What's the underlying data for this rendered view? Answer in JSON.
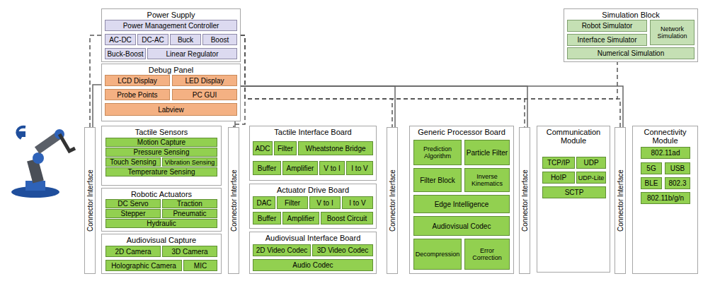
{
  "diagram": {
    "nodes": [
      {
        "text": [
          "Power Supply"
        ]
      },
      {
        "text": [
          "Power Management Controller"
        ],
        "in": 0
      },
      {
        "text": [
          "AC-DC"
        ],
        "in": 0
      },
      {
        "text": [
          "DC-AC"
        ],
        "in": 0
      },
      {
        "text": [
          "Buck"
        ],
        "in": 0
      },
      {
        "text": [
          "Boost"
        ],
        "in": 0
      },
      {
        "text": [
          "Buck-Boost"
        ],
        "in": 0
      },
      {
        "text": [
          "Linear Regulator"
        ],
        "in": 0
      },
      {
        "text": [
          "Debug Panel"
        ]
      },
      {
        "text": [
          "LCD Display"
        ],
        "in": 8
      },
      {
        "text": [
          "LED Display"
        ],
        "in": 8
      },
      {
        "text": [
          "Probe Points"
        ],
        "in": 8
      },
      {
        "text": [
          "PC GUI"
        ],
        "in": 8
      },
      {
        "text": [
          "Labview"
        ],
        "in": 8
      },
      {
        "text": [
          "Simulation Block"
        ]
      },
      {
        "text": [
          "Robot Simulator"
        ],
        "in": 14
      },
      {
        "text": [
          "Network Simulation"
        ],
        "in": 14
      },
      {
        "text": [
          "Interface Simulator"
        ],
        "in": 14
      },
      {
        "text": [
          "Numerical Simulation"
        ],
        "in": 14
      },
      {
        "text": [
          "Connector Interface"
        ]
      },
      {
        "text": [
          "Tactile Sensors"
        ]
      },
      {
        "text": [
          "Motion Capture"
        ],
        "in": 20
      },
      {
        "text": [
          "Pressure Sensing"
        ],
        "in": 20
      },
      {
        "text": [
          "Touch Sensing"
        ],
        "in": 20
      },
      {
        "text": [
          "Vibration Sensing"
        ],
        "in": 20
      },
      {
        "text": [
          "Temperature Sensing"
        ],
        "in": 20
      },
      {
        "text": [
          "Robotic Actuators"
        ]
      },
      {
        "text": [
          "DC Servo"
        ],
        "in": 26
      },
      {
        "text": [
          "Traction"
        ],
        "in": 26
      },
      {
        "text": [
          "Stepper"
        ],
        "in": 26
      },
      {
        "text": [
          "Pneumatic"
        ],
        "in": 26
      },
      {
        "text": [
          "Hydraulic"
        ],
        "in": 26
      },
      {
        "text": [
          "Audiovisual Capture"
        ]
      },
      {
        "text": [
          "2D Camera"
        ],
        "in": 32
      },
      {
        "text": [
          "3D Camera"
        ],
        "in": 32
      },
      {
        "text": [
          "Holographic Camera"
        ],
        "in": 32
      },
      {
        "text": [
          "MIC"
        ],
        "in": 32
      },
      {
        "text": [
          "Connector Interface"
        ]
      },
      {
        "text": [
          "Tactile Interface Board"
        ]
      },
      {
        "text": [
          "ADC"
        ],
        "in": 38
      },
      {
        "text": [
          "Filter"
        ],
        "in": 38
      },
      {
        "text": [
          "Wheatstone Bridge"
        ],
        "in": 38
      },
      {
        "text": [
          "Buffer"
        ],
        "in": 38
      },
      {
        "text": [
          "Amplifier"
        ],
        "in": 38
      },
      {
        "text": [
          "V to I"
        ],
        "in": 38
      },
      {
        "text": [
          "I to V"
        ],
        "in": 38
      },
      {
        "text": [
          "Actuator Drive Board"
        ]
      },
      {
        "text": [
          "DAC"
        ],
        "in": 46
      },
      {
        "text": [
          "Filter"
        ],
        "in": 46
      },
      {
        "text": [
          "V to I"
        ],
        "in": 46
      },
      {
        "text": [
          "I to V"
        ],
        "in": 46
      },
      {
        "text": [
          "Buffer"
        ],
        "in": 46
      },
      {
        "text": [
          "Amplifier"
        ],
        "in": 46
      },
      {
        "text": [
          "Boost Circuit"
        ],
        "in": 46
      },
      {
        "text": [
          "Audiovisual Interface Board"
        ]
      },
      {
        "text": [
          "2D Video Codec"
        ],
        "in": 54
      },
      {
        "text": [
          "3D Video Codec"
        ],
        "in": 54
      },
      {
        "text": [
          "Audio Codec"
        ],
        "in": 54
      },
      {
        "text": [
          "Connector Interface"
        ]
      },
      {
        "text": [
          "Generic Processor Board"
        ]
      },
      {
        "text": [
          "Prediction Algorithm"
        ],
        "in": 59
      },
      {
        "text": [
          "Particle Filter"
        ],
        "in": 59
      },
      {
        "text": [
          "Filter Block"
        ],
        "in": 59
      },
      {
        "text": [
          "Inverse Kinematics"
        ],
        "in": 59
      },
      {
        "text": [
          "Edge Intelligence"
        ],
        "in": 59
      },
      {
        "text": [
          "Audiovisual Codec"
        ],
        "in": 59
      },
      {
        "text": [
          "Decompression"
        ],
        "in": 59
      },
      {
        "text": [
          "Error Correction"
        ],
        "in": 59
      },
      {
        "text": [
          "Connector Interface"
        ]
      },
      {
        "text": [
          "Communication Module"
        ]
      },
      {
        "text": [
          "TCP/IP"
        ],
        "in": 69
      },
      {
        "text": [
          "UDP"
        ],
        "in": 69
      },
      {
        "text": [
          "HoIP"
        ],
        "in": 69
      },
      {
        "text": [
          "UDP-Lite"
        ],
        "in": 69
      },
      {
        "text": [
          "SCTP"
        ],
        "in": 69
      },
      {
        "text": [
          "Connector Interface"
        ]
      },
      {
        "text": [
          "Connectivity Module"
        ]
      },
      {
        "text": [
          "802.11ad"
        ],
        "in": 76
      },
      {
        "text": [
          "5G"
        ],
        "in": 76
      },
      {
        "text": [
          "USB"
        ],
        "in": 76
      },
      {
        "text": [
          "BLE"
        ],
        "in": 76
      },
      {
        "text": [
          "802.3"
        ],
        "in": 76
      },
      {
        "text": [
          "802.11b/g/n"
        ],
        "in": 76
      }
    ],
    "edges": [
      {
        "from": 0,
        "to": 19,
        "arrow": "none"
      },
      {
        "from": 0,
        "to": 37,
        "arrow": "none"
      },
      {
        "from": 0,
        "to": 58,
        "arrow": "none"
      },
      {
        "from": 0,
        "to": 68,
        "arrow": "none"
      },
      {
        "from": 0,
        "to": 75,
        "arrow": "none"
      },
      {
        "from": 0,
        "to": 14,
        "arrow": "none"
      },
      {
        "from": 8,
        "to": 19,
        "arrow": "none"
      },
      {
        "from": 8,
        "to": 37,
        "arrow": "none"
      },
      {
        "from": 8,
        "to": 58,
        "arrow": "none"
      },
      {
        "from": 8,
        "to": 68,
        "arrow": "none"
      },
      {
        "from": 8,
        "to": 75,
        "arrow": "none"
      }
    ]
  }
}
